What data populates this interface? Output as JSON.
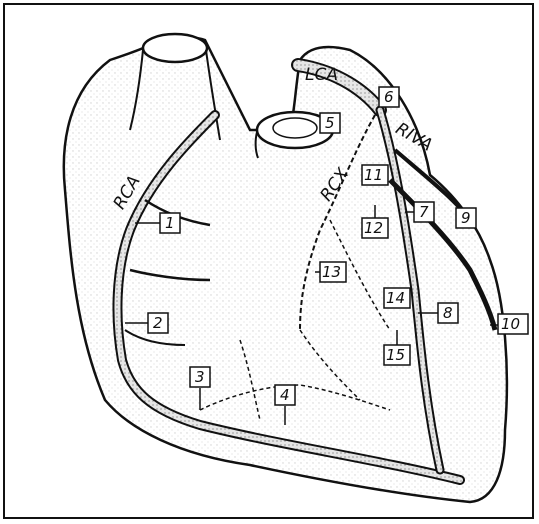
{
  "figure": {
    "vessel_labels": {
      "rca": "RCA",
      "lca": "LCA",
      "rcx": "RCX",
      "riva": "RIVA"
    },
    "segments": [
      "1",
      "2",
      "3",
      "4",
      "5",
      "6",
      "7",
      "8",
      "9",
      "10",
      "11",
      "12",
      "13",
      "14",
      "15"
    ]
  }
}
